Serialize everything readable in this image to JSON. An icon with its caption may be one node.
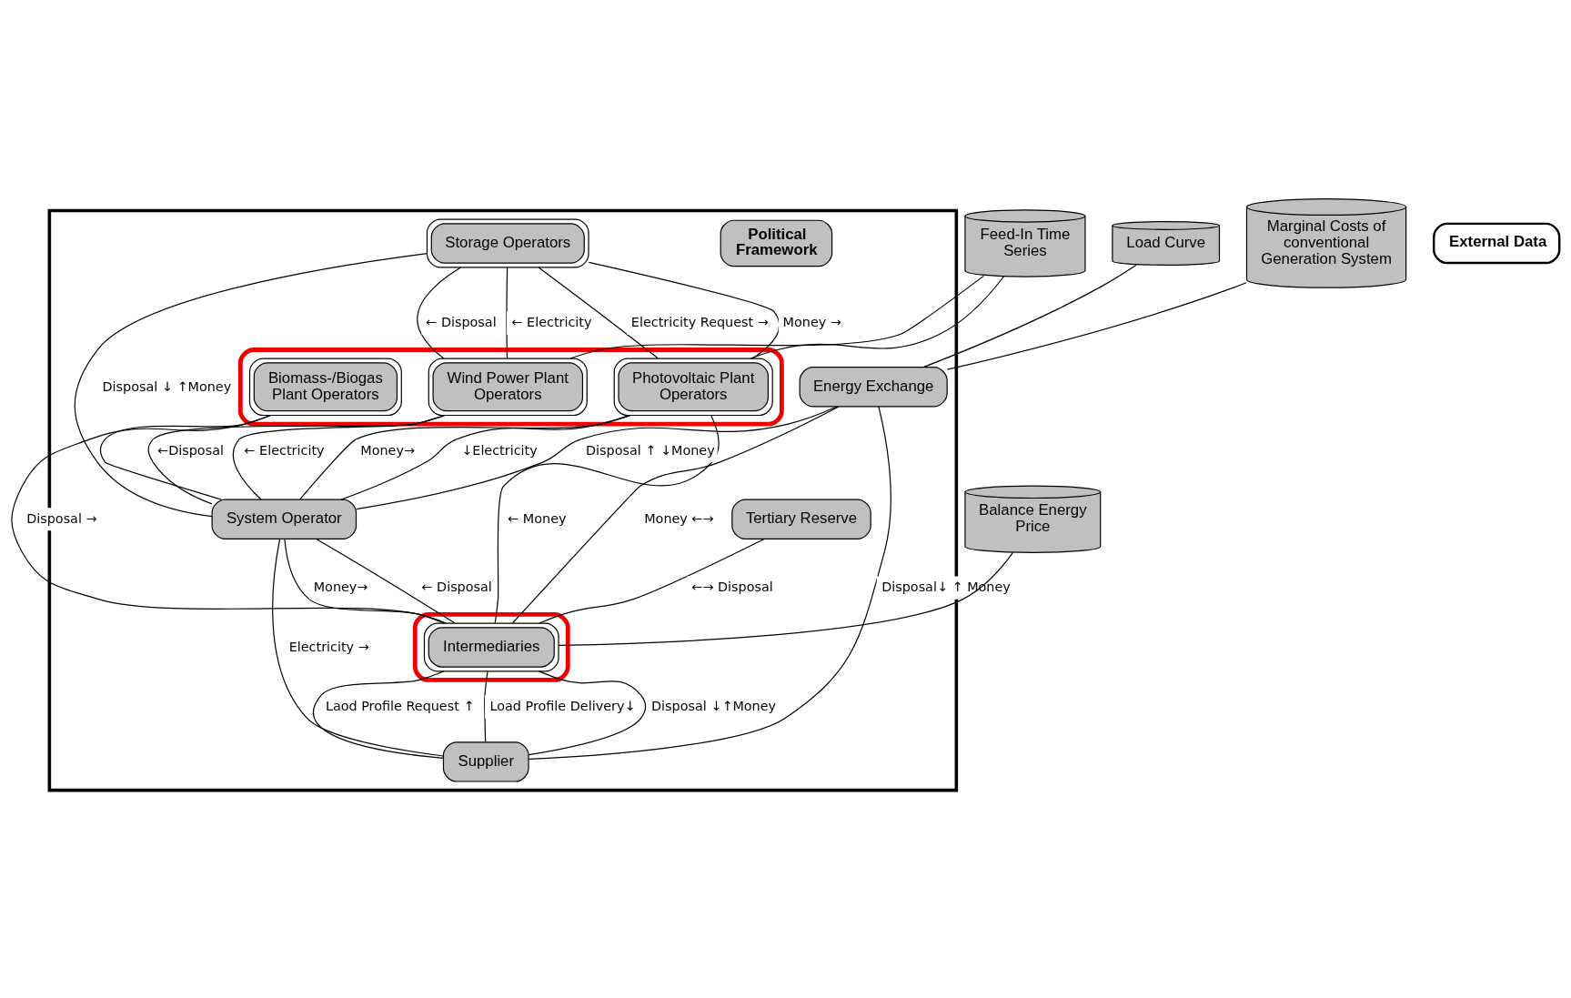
{
  "diagram": {
    "nodes": [
      {
        "text": [],
        "shape": "box"
      },
      {
        "text": [
          "Political Framework"
        ],
        "in": 0
      },
      {
        "text": [],
        "shape": "ellipse",
        "in": 0
      },
      {
        "text": [
          "Wind Power Plant Operators"
        ],
        "in": 2
      },
      {
        "text": [
          "Photovoltaic Plant Operators"
        ],
        "in": 2
      },
      {
        "text": [
          "Biomass-/Biogas Plant Operators"
        ],
        "in": 2
      },
      {
        "text": [
          "Storage Operators"
        ],
        "in": 0
      },
      {
        "text": [
          "Tertiary Reserve"
        ],
        "in": 0
      },
      {
        "text": [],
        "shape": "ellipse",
        "in": 0
      },
      {
        "text": [
          "Intermediaries"
        ],
        "in": 8
      },
      {
        "text": [
          "Energy Exchange"
        ],
        "in": 0
      },
      {
        "text": [
          "System Operator"
        ],
        "in": 0
      },
      {
        "text": [
          "Supplier"
        ],
        "in": 0
      },
      {
        "text": [
          "External Data"
        ]
      },
      {
        "text": [
          "Feed-In Time Series"
        ]
      },
      {
        "text": [
          "Balance Energy Price"
        ]
      },
      {
        "text": [
          "Marginal Costs of conventional Generation System"
        ]
      },
      {
        "text": [
          "Load Curve"
        ]
      }
    ],
    "edges": [
      {
        "from": 3,
        "to": 11,
        "arrow": "none",
        "label": "← Electricity"
      },
      {
        "from": 4,
        "to": 11,
        "arrow": "none",
        "label": "↓Electricity"
      },
      {
        "from": 5,
        "to": 11,
        "arrow": "none"
      },
      {
        "from": 6,
        "to": 3,
        "arrow": "none",
        "label": "← Electricity"
      },
      {
        "from": 6,
        "to": 4,
        "arrow": "none",
        "label": "Electricity Request →"
      },
      {
        "from": 6,
        "to": 3,
        "arrow": "none",
        "label": "← Disposal"
      },
      {
        "from": 6,
        "to": 4,
        "arrow": "none",
        "label": "Money →"
      },
      {
        "from": 11,
        "to": 3,
        "arrow": "none",
        "label": "←Disposal"
      },
      {
        "from": 11,
        "to": 4,
        "arrow": "none",
        "label": "Money→"
      },
      {
        "from": 5,
        "to": 9,
        "arrow": "none",
        "label": "Disposal →"
      },
      {
        "from": 4,
        "to": 9,
        "arrow": "none",
        "label": "← Money"
      },
      {
        "from": 6,
        "to": 11,
        "arrow": "none",
        "label": "Disposal ↓ ↑Money"
      },
      {
        "from": 7,
        "to": 9,
        "arrow": "none",
        "label": "←→ Disposal"
      },
      {
        "from": 10,
        "to": 9,
        "arrow": "none",
        "label": "Money ←→"
      },
      {
        "from": 10,
        "to": 11,
        "arrow": "none",
        "label": "Disposal ↑ ↓Money"
      },
      {
        "from": 11,
        "to": 9,
        "arrow": "none",
        "label": "← Disposal"
      },
      {
        "from": 11,
        "to": 9,
        "arrow": "none",
        "label": "Money→"
      },
      {
        "from": 10,
        "to": 12,
        "arrow": "none",
        "label": "Disposal↓ ↑ Money"
      },
      {
        "from": 9,
        "to": 12,
        "arrow": "none",
        "label": "Load Profile Delivery↓"
      },
      {
        "from": 9,
        "to": 12,
        "arrow": "none",
        "label": "Disposal ↓↑Money"
      },
      {
        "from": 9,
        "to": 12,
        "arrow": "none",
        "label": "Laod Profile Request ↑"
      },
      {
        "from": 11,
        "to": 12,
        "arrow": "none",
        "label": "Electricity →"
      },
      {
        "from": 14,
        "to": 3,
        "arrow": "none"
      },
      {
        "from": 14,
        "to": 4,
        "arrow": "none"
      },
      {
        "from": 15,
        "to": 9,
        "arrow": "none"
      },
      {
        "from": 16,
        "to": 10,
        "arrow": "none"
      },
      {
        "from": 17,
        "to": 10,
        "arrow": "none"
      }
    ]
  }
}
